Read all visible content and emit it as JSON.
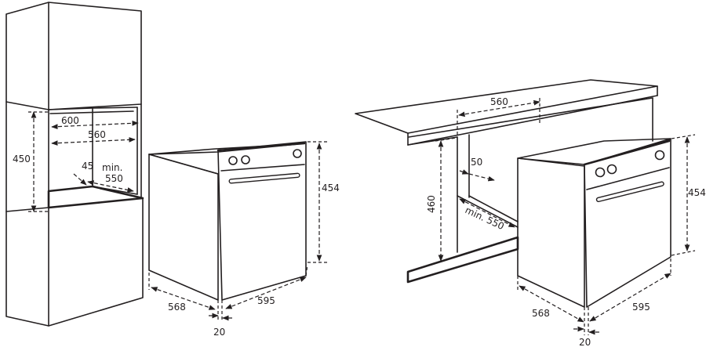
{
  "left_cabinet": {
    "dim_600": "600",
    "dim_560": "560",
    "dim_450": "450",
    "dim_45": "45",
    "dim_min": "min.",
    "dim_550": "550"
  },
  "left_oven": {
    "dim_454": "454",
    "dim_568": "568",
    "dim_595": "595",
    "dim_20": "20"
  },
  "right_counter": {
    "dim_560": "560",
    "dim_460": "460",
    "dim_50": "50",
    "dim_min_550": "min. 550"
  },
  "right_oven": {
    "dim_454": "454",
    "dim_568": "568",
    "dim_595": "595",
    "dim_20": "20"
  }
}
